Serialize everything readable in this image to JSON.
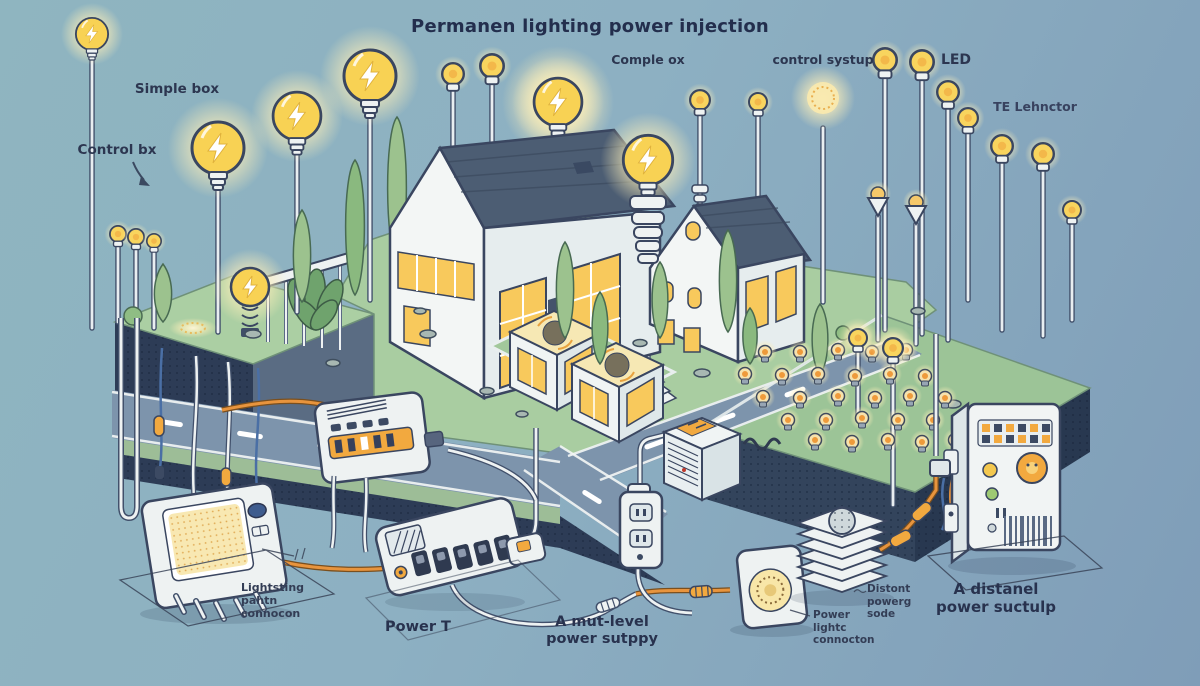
{
  "title": "Permanen lighting power injection",
  "labels": {
    "simple_box": "Simple box",
    "control_bx": "Control bx",
    "comple_ox": "Comple ox",
    "control_systup": "control systup",
    "led": "LED",
    "te_lehnctor": "TE Lehnctor",
    "lighting_path_connection": [
      "Lightsting",
      "pahtn",
      "connocon"
    ],
    "power_t": "Power T",
    "multi_level_power_supply": [
      "A mut-level",
      "power sutppy"
    ],
    "power_lights_connection": [
      "Power",
      "lightc",
      "connocton"
    ],
    "distant_power_node": [
      "Distont",
      "powerg",
      "sode"
    ],
    "distant_power_supply": [
      "A distanel",
      "power suctulp"
    ]
  },
  "icons": {
    "lightning_bolt": "⚡",
    "light_bulb": "💡"
  },
  "colors": {
    "sky_top": "#8fb5c0",
    "sky_bottom": "#7f9db8",
    "grass": "#a9cda1",
    "road": "#7d94ac",
    "cliff": "#2d3c56",
    "roof": "#4c5d73",
    "wall": "#f3f6f5",
    "window_glow": "#f8c95c",
    "bulb_yellow": "#f8d254",
    "halo": "#fbeeb9",
    "device_white": "#eef2f2",
    "cable_orange": "#e8943d",
    "outline": "#3a4660",
    "text": "#2c3650"
  }
}
